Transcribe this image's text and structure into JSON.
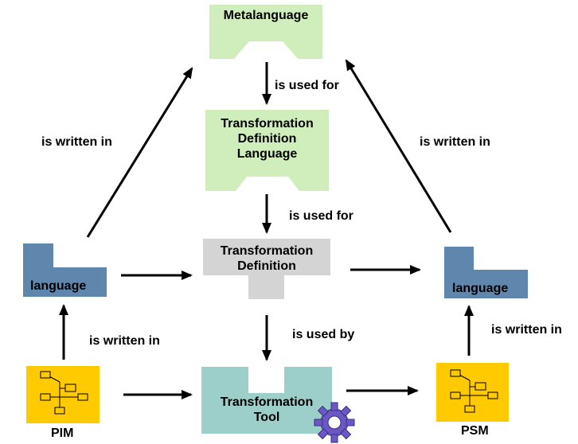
{
  "nodes": {
    "metalanguage": "Metalanguage",
    "tdl": [
      "Transformation",
      "Definition",
      "Language"
    ],
    "td": [
      "Transformation",
      "Definition"
    ],
    "tool": [
      "Transformation",
      "Tool"
    ],
    "language_left": "language",
    "language_right": "language",
    "pim": "PIM",
    "psm": "PSM"
  },
  "edges": {
    "used_for_1": "is used for",
    "used_for_2": "is used for",
    "used_by": "is used by",
    "written_in_tl": "is written in",
    "written_in_tr": "is written in",
    "written_in_bl": "is written in",
    "written_in_br": "is written in"
  },
  "colors": {
    "green": "#cfeebb",
    "gray": "#d4d4d4",
    "teal": "#9ccfc9",
    "blue": "#5f86ad",
    "yellow": "#ffca00",
    "gear": "#6b58c4"
  },
  "icons": {
    "model": "model-diagram-icon",
    "gear": "gear-icon"
  }
}
